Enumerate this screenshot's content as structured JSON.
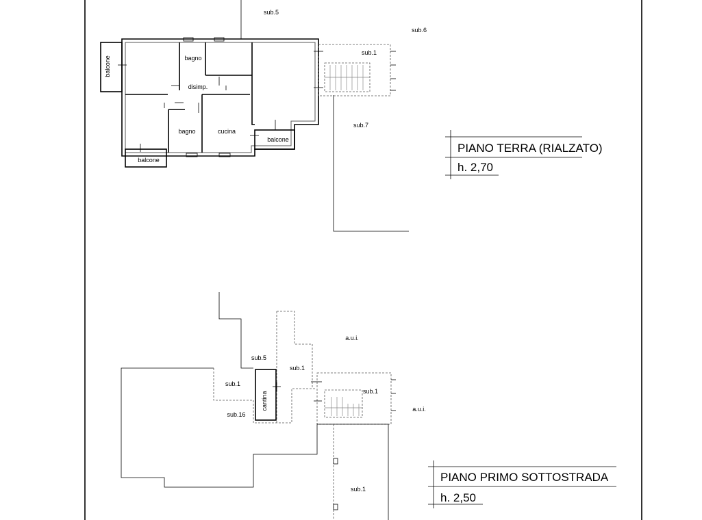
{
  "ground_floor": {
    "title": "PIANO TERRA (RIALZATO)",
    "height": "h. 2,70",
    "rooms": {
      "balcone_left": "balcone",
      "bagno_top": "bagno",
      "disimp": "disimp.",
      "bagno_bottom": "bagno",
      "cucina": "cucina",
      "balcone_bottom": "balcone",
      "balcone_right": "balcone"
    },
    "subs": {
      "sub5": "sub.5",
      "sub6": "sub.6",
      "sub1": "sub.1",
      "sub7": "sub.7"
    }
  },
  "basement": {
    "title": "PIANO PRIMO SOTTOSTRADA",
    "height": "h. 2,50",
    "rooms": {
      "cantina": "cantina"
    },
    "subs": {
      "sub5": "sub.5",
      "sub1_top": "sub.1",
      "sub1_left": "sub.1",
      "sub16": "sub.16",
      "sub1_stair": "sub.1",
      "sub1_bottom": "sub.1",
      "aui_top": "a.u.i.",
      "aui_right": "a.u.i."
    }
  },
  "colors": {
    "line": "#000000",
    "dashed": "#555555",
    "background": "#ffffff"
  }
}
